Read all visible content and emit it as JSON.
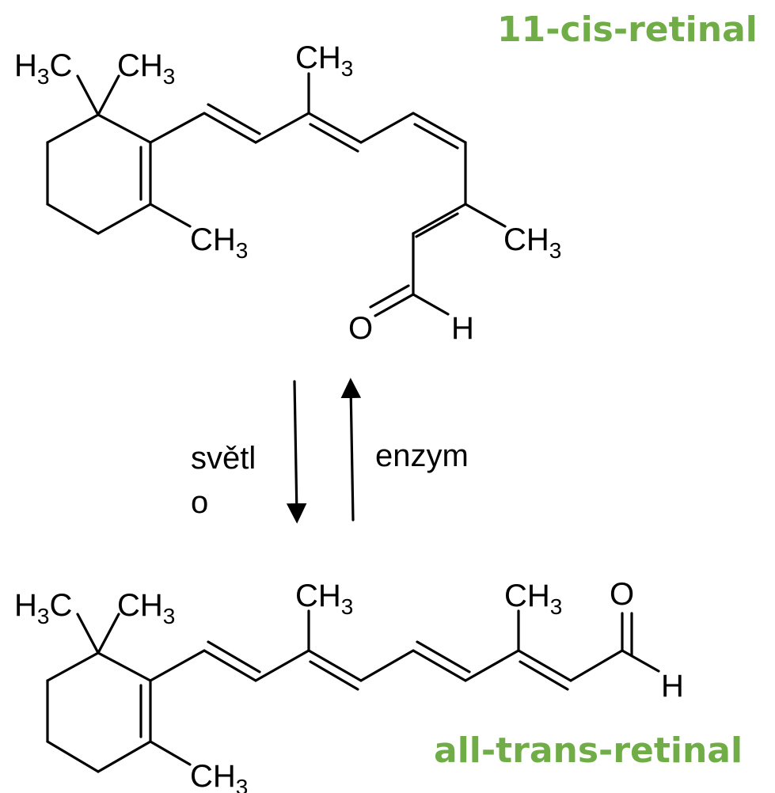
{
  "titles": {
    "top": "11-cis-retinal",
    "bottom": "all-trans-retinal"
  },
  "accent_color": "#70ad47",
  "atoms": {
    "c": "C",
    "h3": "H",
    "three": "3",
    "h": "H",
    "o": "O"
  },
  "reaction": {
    "forward_label_line1": "světl",
    "forward_label_line2": "o",
    "reverse_label": "enzym"
  }
}
